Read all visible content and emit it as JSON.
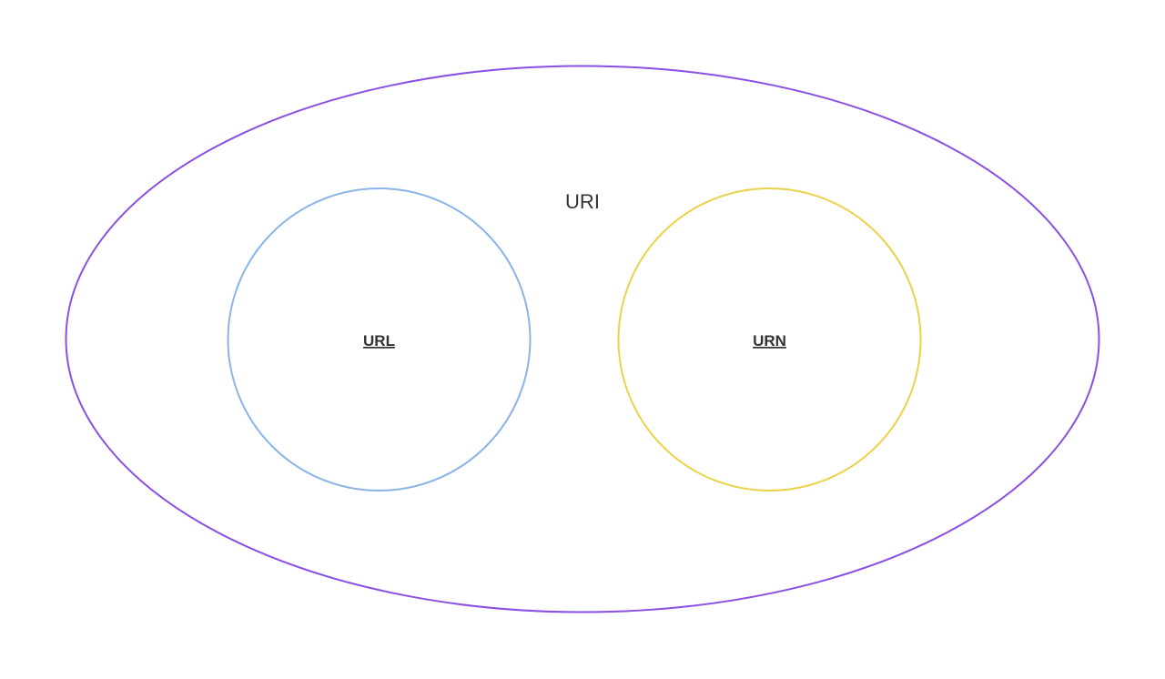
{
  "diagram": {
    "outer": {
      "label": "URI",
      "color": "#8a4fe3"
    },
    "left": {
      "label": "URL",
      "color": "#8ab4e8"
    },
    "right": {
      "label": "URN",
      "color": "#ecd24a"
    },
    "text_color": "#333333"
  }
}
